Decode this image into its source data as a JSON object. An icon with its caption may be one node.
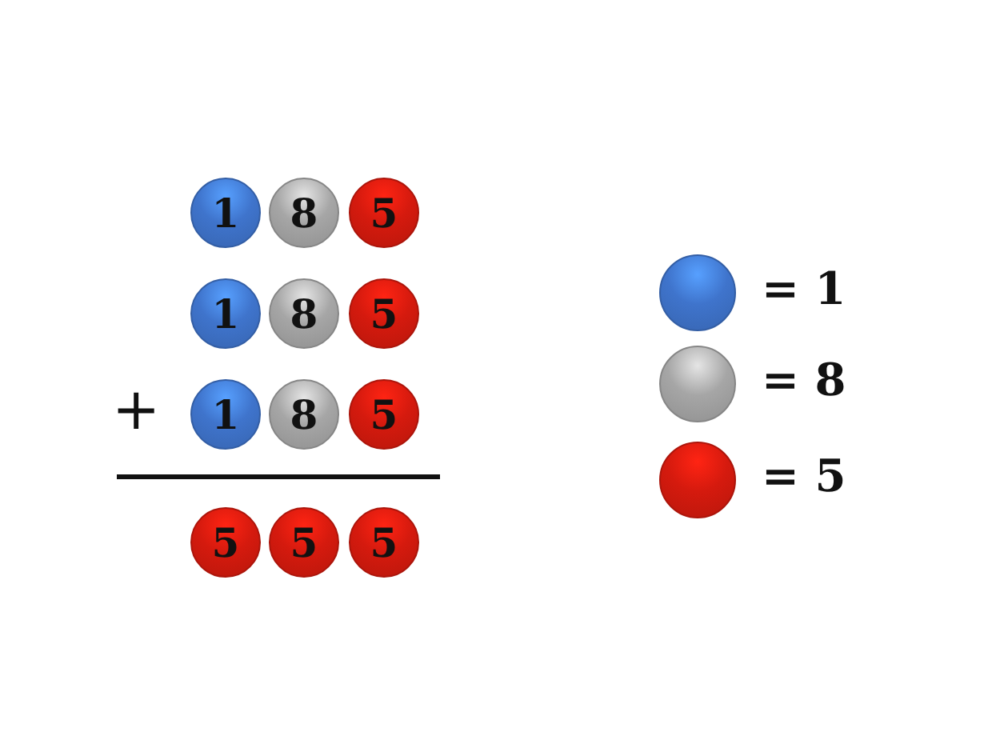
{
  "diagram": {
    "nodes": [
      {
        "text": [
          "1"
        ]
      },
      {
        "text": [
          "8"
        ]
      },
      {
        "text": [
          "5"
        ]
      },
      {
        "text": [
          "1"
        ]
      },
      {
        "text": [
          "8"
        ]
      },
      {
        "text": [
          "5"
        ]
      },
      {
        "text": [
          "1"
        ]
      },
      {
        "text": [
          "8"
        ]
      },
      {
        "text": [
          "5"
        ]
      },
      {
        "text": [
          "5"
        ]
      },
      {
        "text": [
          "5"
        ]
      },
      {
        "text": [
          "5"
        ]
      }
    ],
    "labels": [
      "+"
    ],
    "legend": [
      {
        "text": "= 1",
        "color": "#3f74cc"
      },
      {
        "text": "= 8",
        "color": "#a6a6a6"
      },
      {
        "text": "= 5",
        "color": "#d51a0e"
      }
    ]
  }
}
